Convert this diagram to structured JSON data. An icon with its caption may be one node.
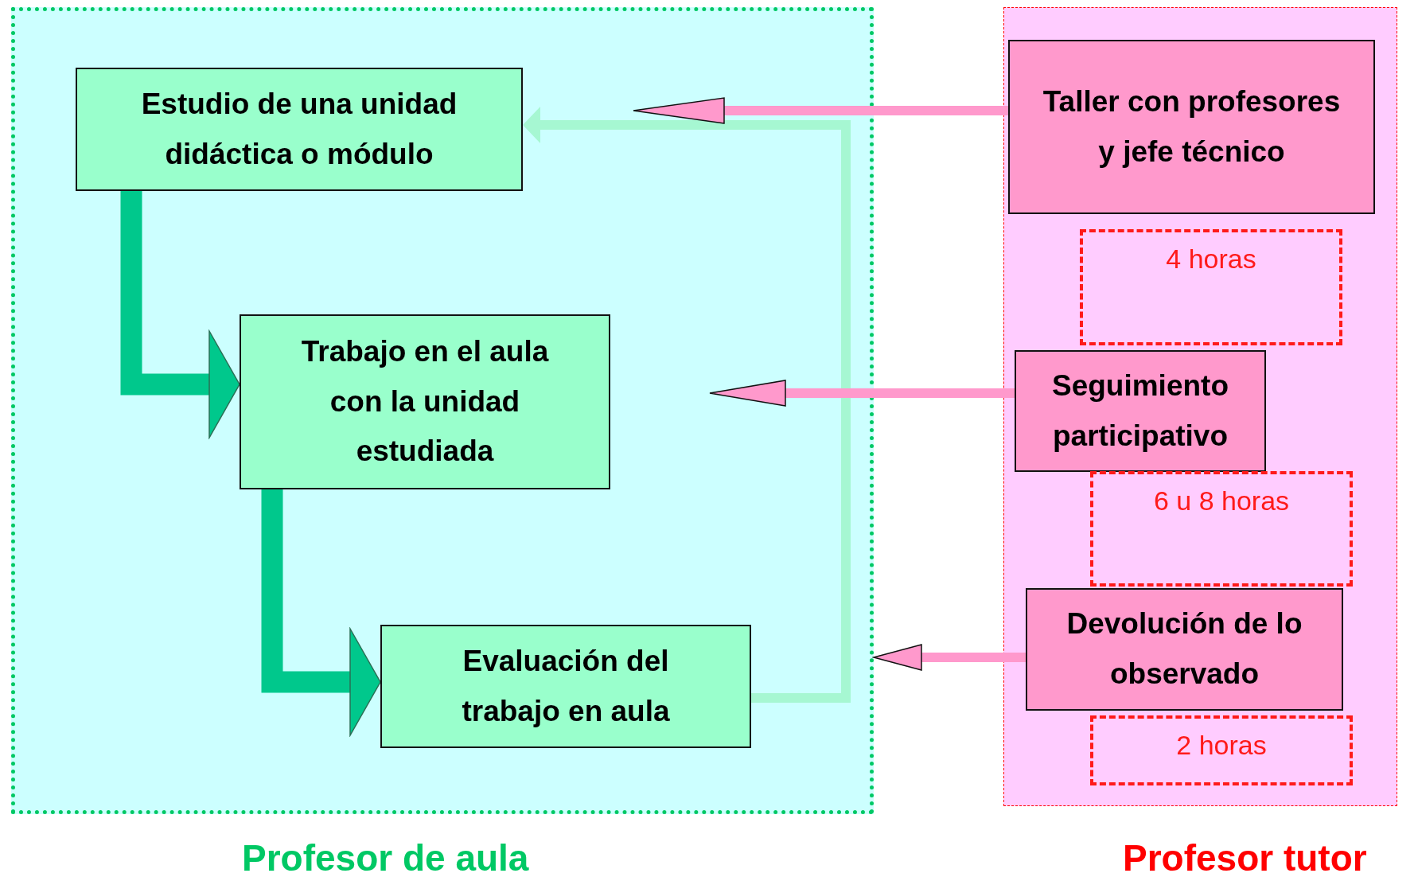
{
  "diagram": {
    "nodes": [
      {
        "text": [
          "Profesor de aula"
        ]
      },
      {
        "text": [
          "Estudio de una unidad didáctica o módulo"
        ],
        "in": 0
      },
      {
        "text": [
          "Trabajo en el aula con la unidad estudiada"
        ],
        "in": 0
      },
      {
        "text": [
          "Evaluación del trabajo en aula"
        ],
        "in": 0
      },
      {
        "text": [
          "Profesor tutor"
        ]
      },
      {
        "text": [
          "Taller con profesores y jefe técnico"
        ],
        "in": 4
      },
      {
        "text": [
          "4 horas"
        ],
        "in": 4
      },
      {
        "text": [
          "Seguimiento participativo"
        ],
        "in": 4
      },
      {
        "text": [
          "6 u 8 horas"
        ],
        "in": 4
      },
      {
        "text": [
          "Devolución de lo observado"
        ],
        "in": 4
      },
      {
        "text": [
          "2 horas"
        ],
        "in": 4
      }
    ],
    "edges": [
      {
        "from": 1,
        "to": 2,
        "arrow": "to",
        "style": "thick",
        "color": "#00c88c"
      },
      {
        "from": 2,
        "to": 3,
        "arrow": "to",
        "style": "thick",
        "color": "#00c88c"
      },
      {
        "from": 3,
        "to": 1,
        "arrow": "to",
        "color": "#a6f7d2"
      },
      {
        "from": 5,
        "to": null,
        "arrow": "to"
      },
      {
        "from": 7,
        "to": null,
        "arrow": "to"
      },
      {
        "from": 9,
        "to": 0,
        "arrow": "to"
      }
    ]
  }
}
